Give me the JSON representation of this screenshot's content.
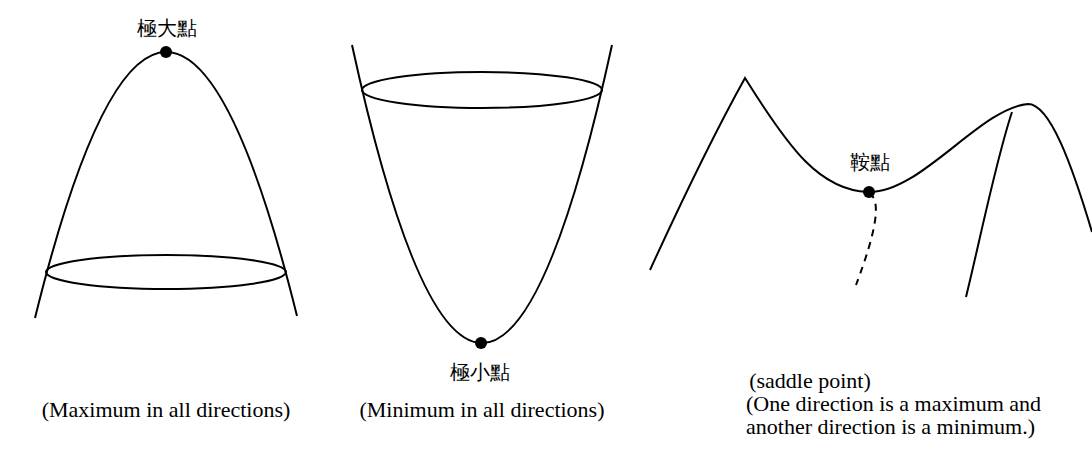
{
  "diagram": {
    "labels": [
      "極大點",
      "極小點",
      "鞍點",
      "(Maximum in all directions)",
      "(Minimum in all directions)",
      "(saddle point)",
      "(One direction is a maximum and another direction is a minimum.)"
    ]
  }
}
